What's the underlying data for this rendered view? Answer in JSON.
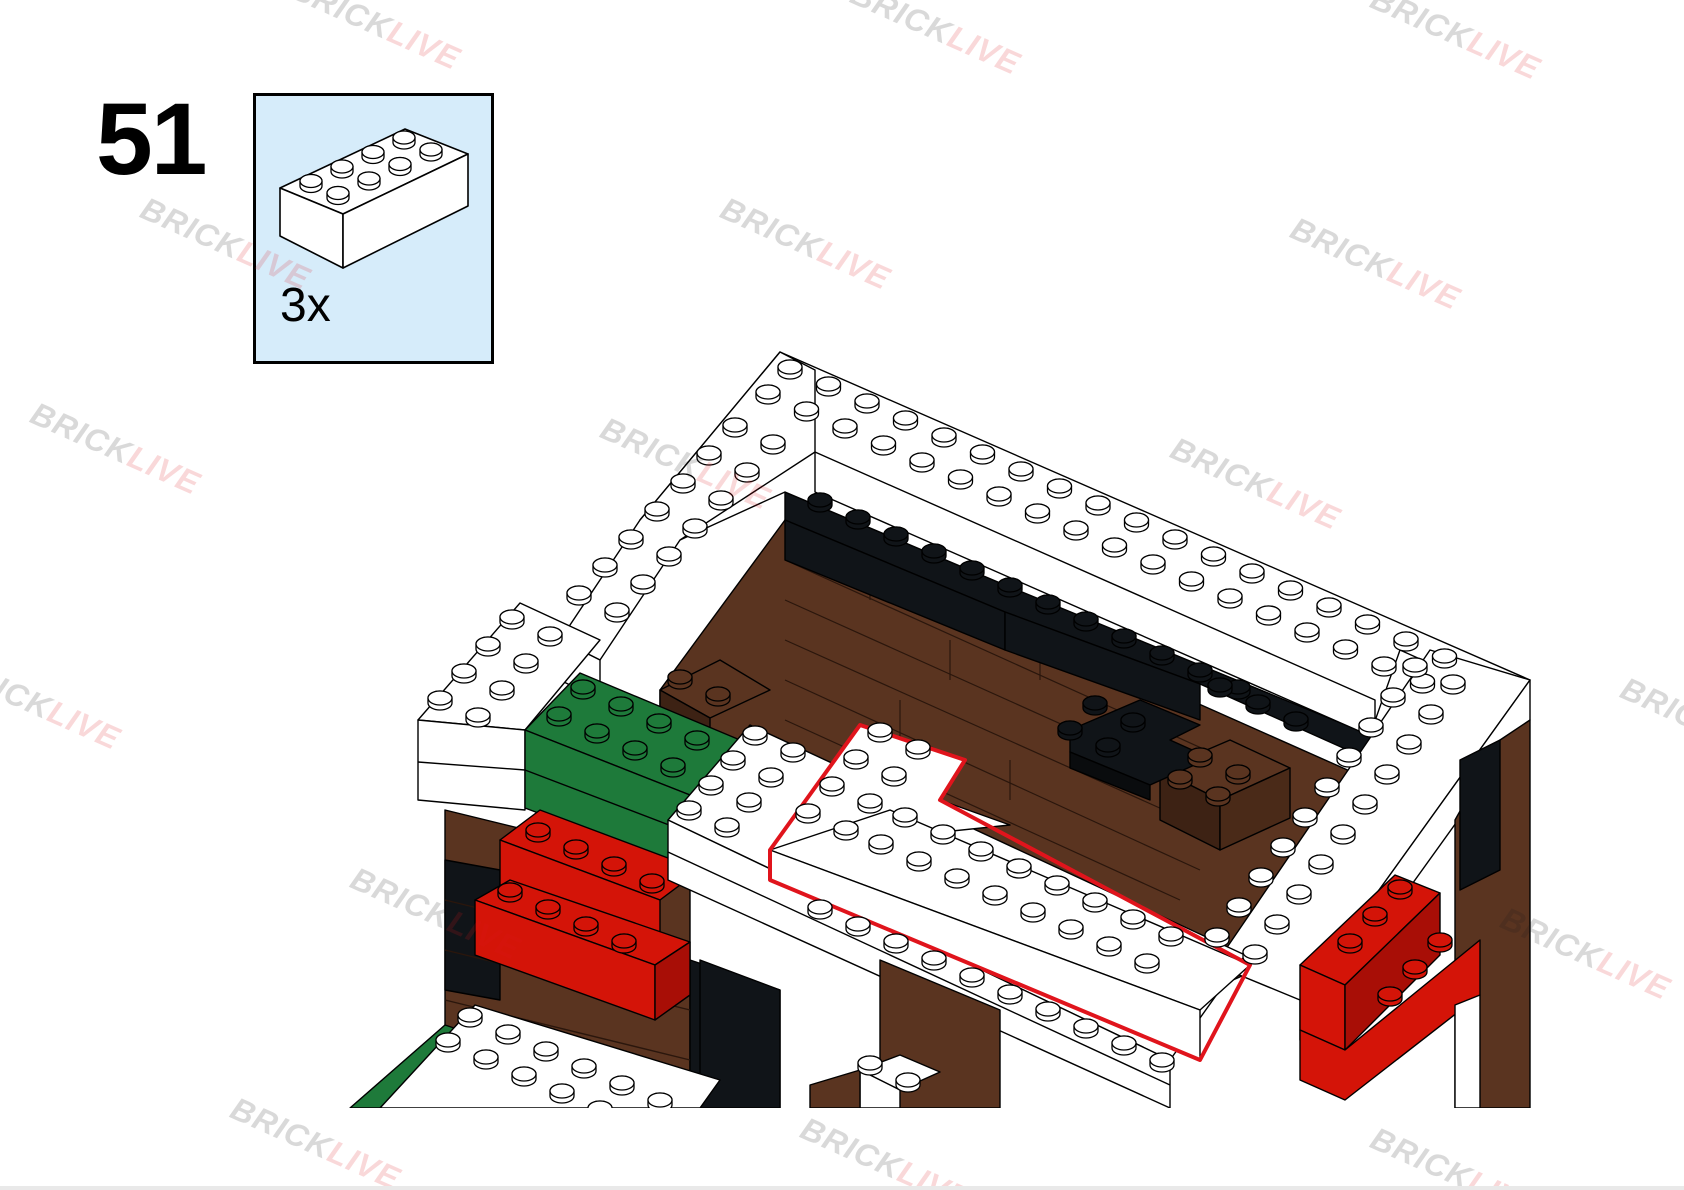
{
  "step": {
    "number": "51"
  },
  "parts_list": [
    {
      "quantity": "3x",
      "part_name": "brick-2x4",
      "color": "#ffffff"
    }
  ],
  "highlight_color": "#e0141c",
  "colors": {
    "callout_background": "#d6ecfa",
    "white_brick": "#ffffff",
    "black_brick": "#101418",
    "brown_brick": "#5a3420",
    "green_brick": "#1e7a3a",
    "red_brick": "#d41408"
  },
  "watermark": {
    "brand_part1": "BRICK",
    "brand_part2": "LIVE"
  }
}
